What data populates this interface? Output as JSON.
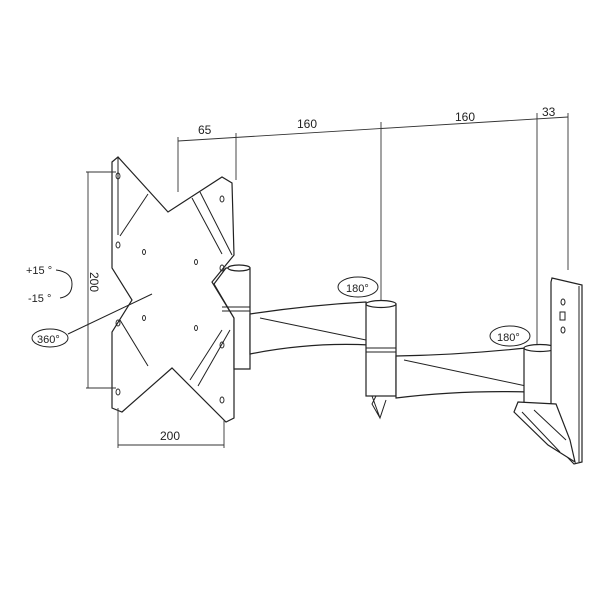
{
  "dimensions": {
    "plate_offset": "65",
    "arm1_length": "160",
    "arm2_length": "160",
    "wall_depth": "33",
    "vesa_height": "200",
    "vesa_width": "200"
  },
  "rotations": {
    "tilt_up": "+15 °",
    "tilt_down": "-15 °",
    "plate_rotation": "360°",
    "joint1_swivel": "180°",
    "joint2_swivel": "180°"
  }
}
